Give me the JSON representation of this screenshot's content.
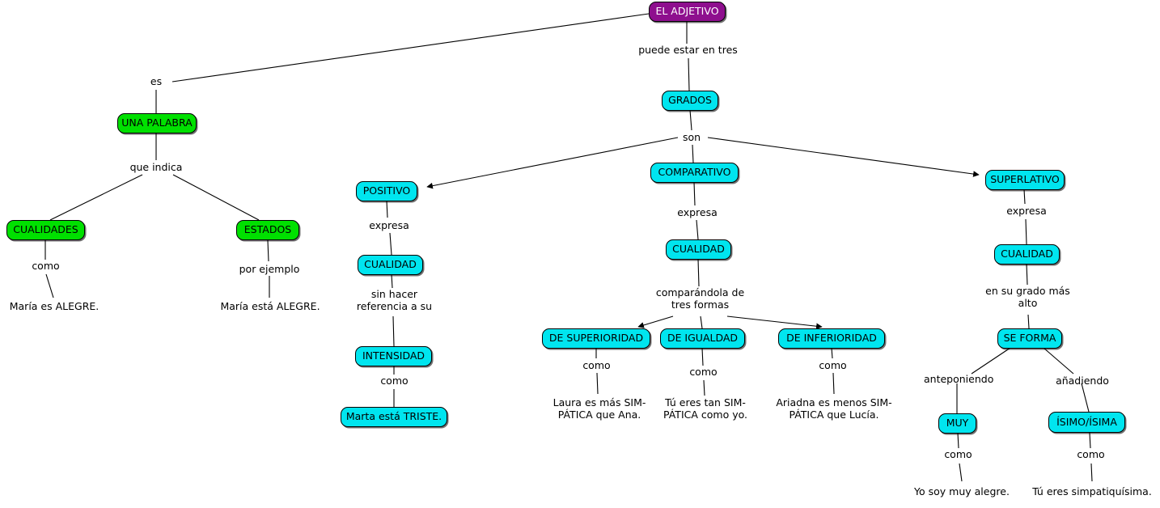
{
  "diagram": {
    "title": "EL ADJETIVO",
    "type": "concept-map",
    "colors": {
      "root": "#8e0f8e",
      "branch_word": "#00e000",
      "branch_degrees": "#00e5ef",
      "stroke": "#000000",
      "background": "#ffffff"
    }
  },
  "nodes": {
    "root": "EL ADJETIVO",
    "una_palabra": "UNA PALABRA",
    "cualidades": "CUALIDADES",
    "estados": "ESTADOS",
    "grados": "GRADOS",
    "positivo": "POSITIVO",
    "comparativo": "COMPARATIVO",
    "superlativo": "SUPERLATIVO",
    "cualidad_pos": "CUALIDAD",
    "cualidad_comp": "CUALIDAD",
    "cualidad_sup": "CUALIDAD",
    "intensidad": "INTENSIDAD",
    "de_superioridad": "DE SUPERIORIDAD",
    "de_igualdad": "DE IGUALDAD",
    "de_inferioridad": "DE INFERIORIDAD",
    "se_forma": "SE FORMA",
    "muy": "MUY",
    "isimo": "ÍSIMO/ÍSIMA",
    "marta_triste": "Marta está TRISTE."
  },
  "link_labels": {
    "es": "es",
    "puede_estar_en_tres": "puede estar en tres",
    "que_indica": "que indica",
    "como_cualidades": "como",
    "por_ejemplo": "por ejemplo",
    "son": "son",
    "expresa_pos": "expresa",
    "expresa_comp": "expresa",
    "expresa_sup": "expresa",
    "sin_hacer_referencia": "sin hacer\nreferencia a su",
    "como_intensidad": "como",
    "comparandola": "comparándola de\ntres formas",
    "como_superioridad": "como",
    "como_igualdad": "como",
    "como_inferioridad": "como",
    "en_su_grado": "en su grado más\nalto",
    "anteponiendo": "anteponiendo",
    "anadiendo": "añadiendo",
    "como_muy": "como",
    "como_isimo": "como"
  },
  "examples": {
    "maria_es_alegre": "María es ALEGRE.",
    "maria_esta_alegre": "María está ALEGRE.",
    "laura": "Laura es más SIM-\nPÁTICA que Ana.",
    "tu_igualdad": "Tú eres tan SIM-\nPÁTICA como yo.",
    "ariadna": "Ariadna es menos SIM-\nPÁTICA que Lucía.",
    "yo_soy_muy_alegre": "Yo soy muy alegre.",
    "tu_simpatiquisima": "Tú eres simpatiquísima."
  }
}
